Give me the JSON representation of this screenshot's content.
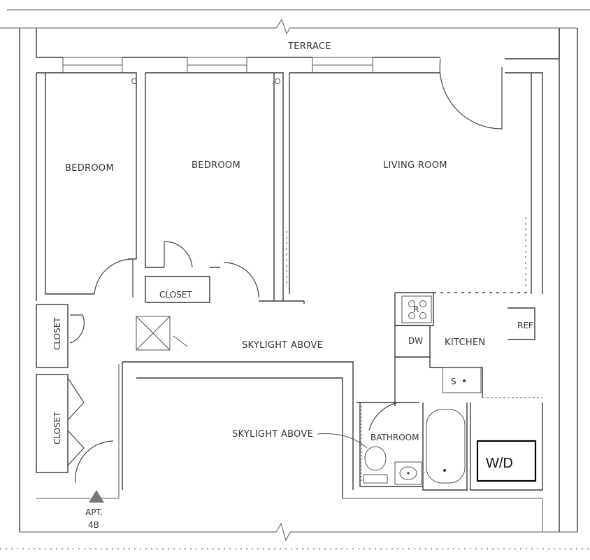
{
  "rooms": {
    "terrace": "TERRACE",
    "bedroom_1": "BEDROOM",
    "bedroom_2": "BEDROOM",
    "living_room": "LIVING ROOM",
    "closet_center": "CLOSET",
    "closet_left_upper": "CLOSET",
    "closet_left_lower": "CLOSET",
    "kitchen": "KITCHEN",
    "bathroom": "BATHROOM"
  },
  "annotations": {
    "skylight_1": "SKYLIGHT ABOVE",
    "skylight_2": "SKYLIGHT ABOVE"
  },
  "fixtures": {
    "refrigerator": "REF",
    "dishwasher": "DW",
    "sink": "S",
    "stove_mark": "R",
    "washer_dryer": "W/D"
  },
  "apartment": {
    "label": "APT.",
    "unit": "4B"
  }
}
